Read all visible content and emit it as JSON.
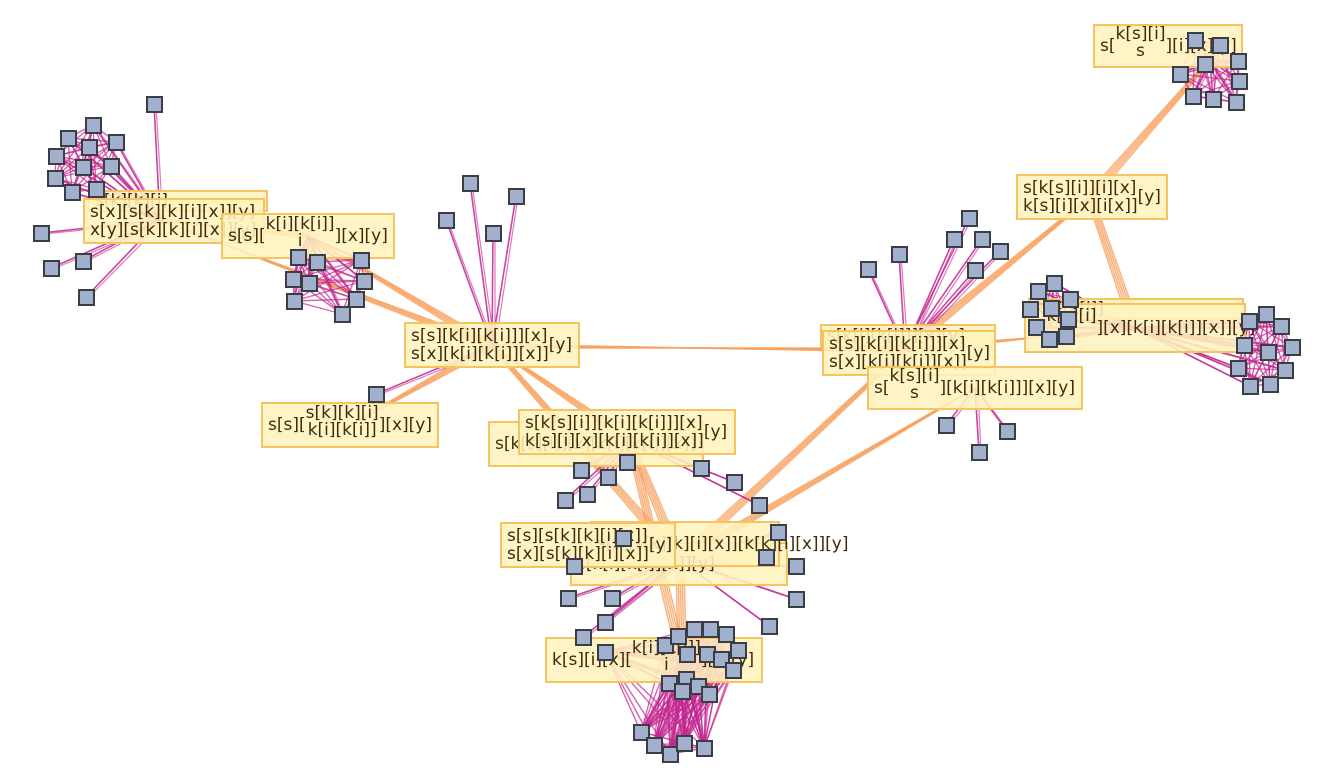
{
  "diagram": {
    "type": "network-graph",
    "colors": {
      "intra_edge": "#c2258f",
      "hub_edge": "#f7a05e",
      "node_fill": "#a1b0cc",
      "node_stroke": "#3a3d45",
      "label_fill": "#fff2bd",
      "label_stroke": "#f5c460",
      "label_text": "#3d2b10"
    },
    "labels": [
      {
        "id": "L1",
        "parts": [
          {
            "t": "s["
          },
          {
            "frac": [
              "k[s][i]",
              "s"
            ]
          },
          {
            "t": "][i][x][y]"
          }
        ]
      },
      {
        "id": "L2a",
        "parts": [
          {
            "t": "s[k][k][i]"
          }
        ]
      },
      {
        "id": "L2",
        "lines": [
          "s[x][s[k][k][i][x]][y]",
          "x[y][s[k][k][i][x]][y]"
        ]
      },
      {
        "id": "L3",
        "parts": [
          {
            "t": "s[s]["
          },
          {
            "frac": [
              "k[i][k[i]]",
              "i"
            ]
          },
          {
            "t": "][x][y]"
          }
        ]
      },
      {
        "id": "L4",
        "lines": [
          "s[s][k[i][k[i]]][x]",
          "s[x][k[i][k[i]][x]]"
        ],
        "suffix": "[y]"
      },
      {
        "id": "L5",
        "parts": [
          {
            "t": "s[s]["
          },
          {
            "frac": [
              "s[k][k][i]",
              "k[i][k[i]]"
            ]
          },
          {
            "t": "][x][y]"
          }
        ]
      },
      {
        "id": "L6b",
        "parts": [
          {
            "t": "s[k[s][i]][x][k[i][k[i]][x]]"
          }
        ]
      },
      {
        "id": "L6",
        "lines": [
          "s[k[s][i]][k[i][k[i]]][x]",
          "k[s][i][x][k[i][k[i]][x]]"
        ],
        "suffix": "[y]"
      },
      {
        "id": "L7c",
        "parts": [
          {
            "t": "s"
          },
          {
            "t": "[k[i][k[i]][x]][y]"
          }
        ]
      },
      {
        "id": "L7b",
        "parts": [
          {
            "t": "s[s][s[k][k][i][x]][k[k][i][x]][y]"
          }
        ]
      },
      {
        "id": "L7",
        "lines": [
          "s[s][s[k][k][i][x]]",
          "s[x][s[k][k][i][x]]"
        ],
        "suffix": "[y]"
      },
      {
        "id": "L8",
        "parts": [
          {
            "t": "k[s][i][x]["
          },
          {
            "frac": [
              "k[i][k[i]]",
              "i"
            ]
          },
          {
            "t": "][x][y]"
          }
        ]
      },
      {
        "id": "L9b",
        "parts": [
          {
            "t": "s[k[i][k[i]]][x][y]"
          }
        ]
      },
      {
        "id": "L9",
        "lines": [
          "s[s][k[i][k[i]]][x]",
          "s[x][k[i][k[i]][x]]"
        ],
        "suffix": "[y]"
      },
      {
        "id": "L10",
        "parts": [
          {
            "t": "s["
          },
          {
            "frac": [
              "k[s][i]",
              "s"
            ]
          },
          {
            "t": "][k[i][k[i]]][x][y]"
          }
        ]
      },
      {
        "id": "L11",
        "lines": [
          "s[k[s][i]][i][x]",
          "k[s][i][x][i[x]]"
        ],
        "suffix": "[y]"
      },
      {
        "id": "L12b",
        "parts": [
          {
            "t": "k[i][k[i]]"
          }
        ]
      },
      {
        "id": "L12",
        "parts": [
          {
            "t": "s["
          },
          {
            "frac": [
              "k[s][i]",
              "s"
            ]
          },
          {
            "t": "][x][k[i][k[i]][x]][y]"
          }
        ]
      }
    ]
  }
}
